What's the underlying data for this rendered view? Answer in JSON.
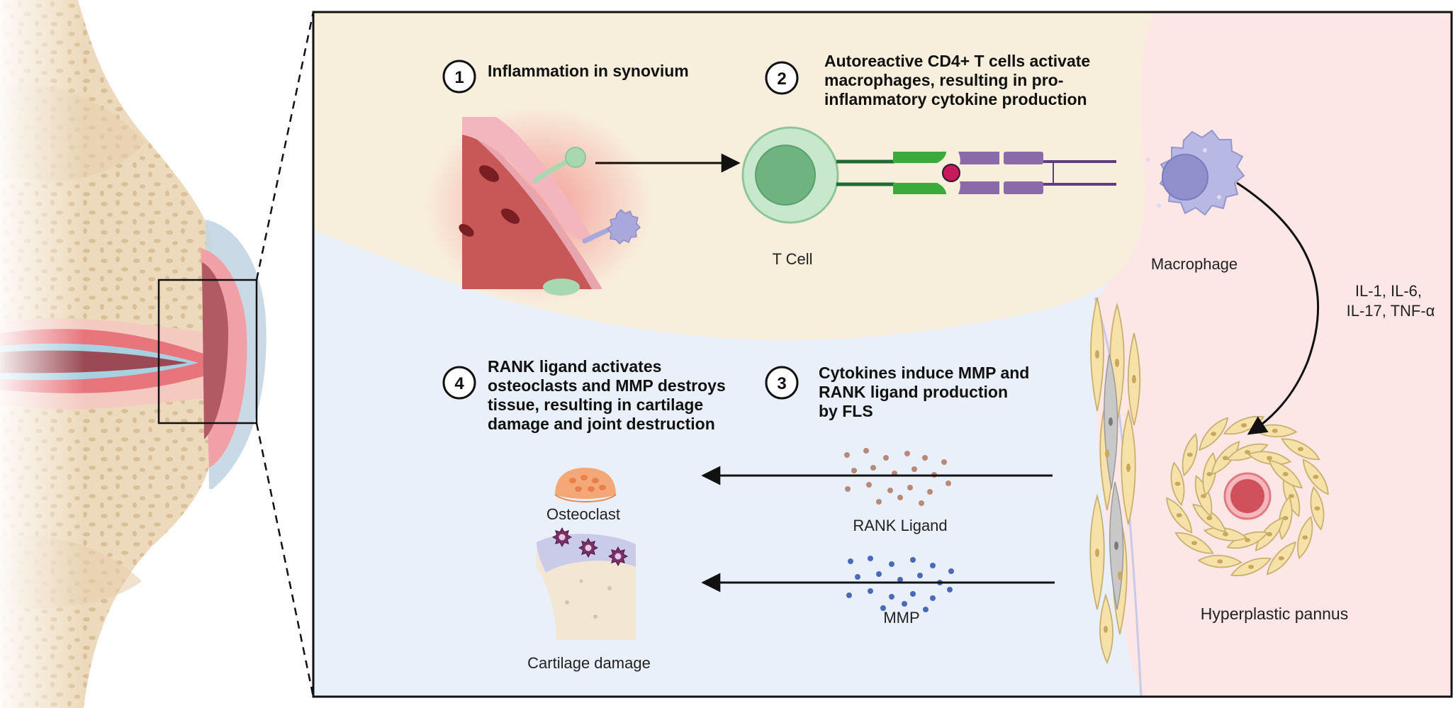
{
  "steps": [
    {
      "number": "1",
      "text": [
        "Inflammation in synovium"
      ]
    },
    {
      "number": "2",
      "text": [
        "Autoreactive CD4+ T cells activate",
        "macrophages, resulting in pro-",
        "inflammatory cytokine production"
      ]
    },
    {
      "number": "3",
      "text": [
        "Cytokines induce MMP and",
        "RANK ligand production",
        "by FLS"
      ]
    },
    {
      "number": "4",
      "text": [
        "RANK ligand activates",
        "osteoclasts and MMP destroys",
        "tissue, resulting in cartilage",
        "damage and joint destruction"
      ]
    }
  ],
  "labels": {
    "t_cell": "T Cell",
    "macrophage": "Macrophage",
    "cytokines": [
      "IL-1, IL-6,",
      "IL-17, TNF-α"
    ],
    "rank_ligand": "RANK Ligand",
    "mmp": "MMP",
    "osteoclast": "Osteoclast",
    "cartilage_damage": "Cartilage damage",
    "hyperplastic_pannus": "Hyperplastic pannus"
  },
  "colors": {
    "synovium_bg": "#f8eedc",
    "blue_bg": "#e9f0f9",
    "pink_bg": "#fde6e6",
    "bone": "#eddcc0",
    "t_cell": "#a8d8b0",
    "macrophage": "#a8a8dc",
    "receptor_green": "#3aaa3a",
    "receptor_purple": "#8a6aa8",
    "rank_dot": "#b88878",
    "mmp_dot": "#4a6ab8",
    "osteoclast": "#f4a878",
    "fls": "#f6e2a8",
    "vessel": "#c85858"
  }
}
